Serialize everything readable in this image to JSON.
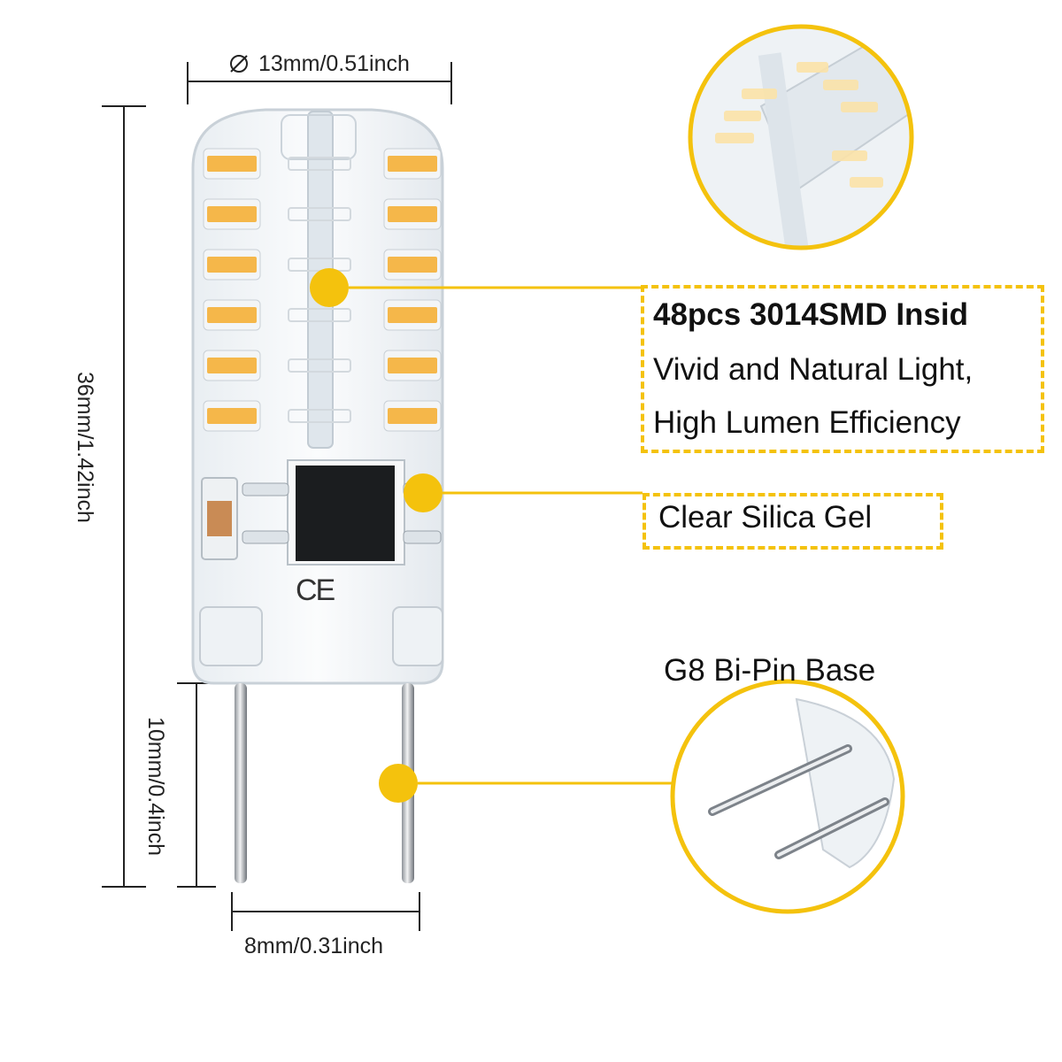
{
  "dimensions": {
    "diameter": "13mm/0.51inch",
    "total_length": "36mm/1.42inch",
    "pin_length": "10mm/0.4inch",
    "pin_spacing": "8mm/0.31inch"
  },
  "features": {
    "led_title": "48pcs 3014SMD Insid",
    "led_line1": "Vivid and Natural Light,",
    "led_line2": "High Lumen Efficiency",
    "gel": "Clear Silica Gel",
    "base": "G8 Bi-Pin Base"
  },
  "bulb": {
    "mark": "CE",
    "led_rows": 6,
    "led_color": "#f5b74a"
  },
  "colors": {
    "accent": "#f4c20d",
    "dim_line": "#222222"
  },
  "icons": {
    "diameter": "diameter-symbol-icon"
  }
}
